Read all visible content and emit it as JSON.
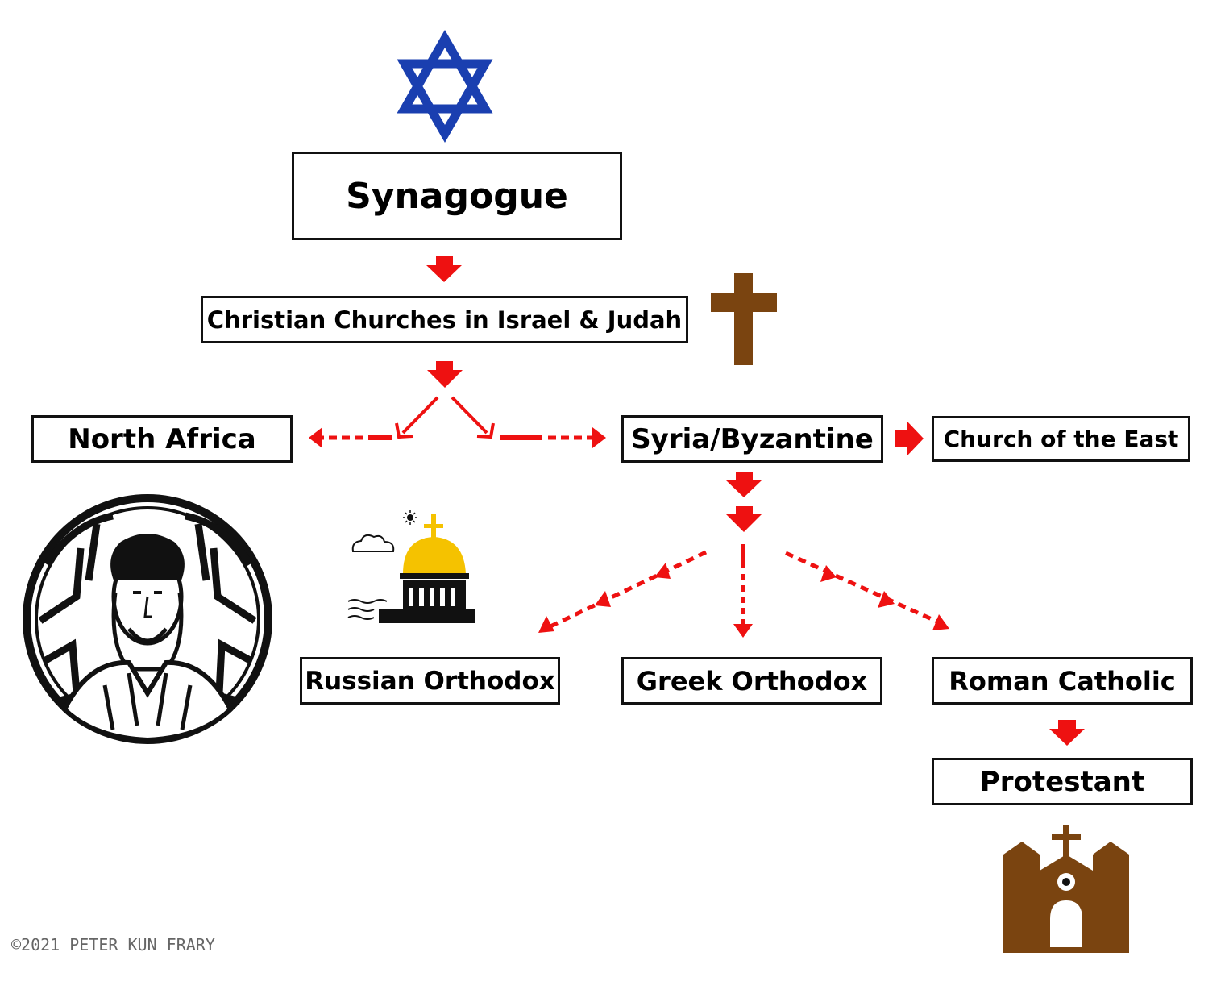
{
  "diagram": {
    "nodes": {
      "synagogue": "Synagogue",
      "israel_judah": "Christian Churches in Israel & Judah",
      "north_africa": "North Africa",
      "syria_byzantine": "Syria/Byzantine",
      "church_of_the_east": "Church of the East",
      "russian_orthodox": "Russian Orthodox",
      "greek_orthodox": "Greek Orthodox",
      "roman_catholic": "Roman Catholic",
      "protestant": "Protestant"
    },
    "edges": [
      {
        "from": "synagogue",
        "to": "israel_judah",
        "style": "solid"
      },
      {
        "from": "israel_judah",
        "to": "north_africa",
        "style": "dashed"
      },
      {
        "from": "israel_judah",
        "to": "syria_byzantine",
        "style": "dashed"
      },
      {
        "from": "syria_byzantine",
        "to": "church_of_the_east",
        "style": "solid"
      },
      {
        "from": "syria_byzantine",
        "to": "russian_orthodox",
        "style": "dashed"
      },
      {
        "from": "syria_byzantine",
        "to": "greek_orthodox",
        "style": "dashed"
      },
      {
        "from": "syria_byzantine",
        "to": "roman_catholic",
        "style": "dashed"
      },
      {
        "from": "roman_catholic",
        "to": "protestant",
        "style": "solid"
      }
    ],
    "icons": [
      "star-of-david-icon",
      "latin-cross-icon",
      "jesus-stained-glass-icon",
      "orthodox-dome-icon",
      "church-building-icon"
    ]
  },
  "credit": "©2021 PETER KUN FRARY",
  "colors": {
    "arrow": "#ee1111",
    "star": "#1a3fb0",
    "cross": "#7a4410",
    "dome": "#f5c200",
    "border": "#111111"
  }
}
